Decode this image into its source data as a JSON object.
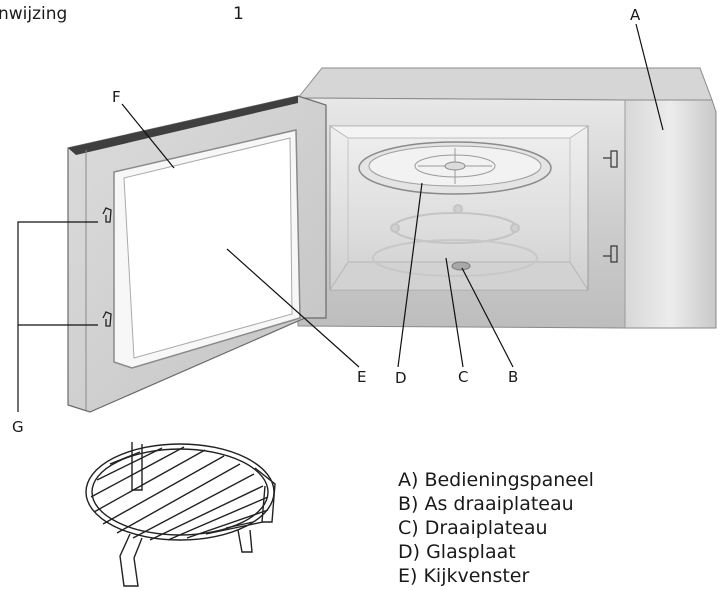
{
  "header": {
    "title": "nwijzing",
    "page_number": "1"
  },
  "labels": {
    "A": "A",
    "B": "B",
    "C": "C",
    "D": "D",
    "E": "E",
    "F": "F",
    "G": "G"
  },
  "legend": [
    "A) Bedieningspaneel",
    "B) As draaiplateau",
    "C) Draaiplateau",
    "D) Glasplaat",
    "E) Kijkvenster"
  ]
}
